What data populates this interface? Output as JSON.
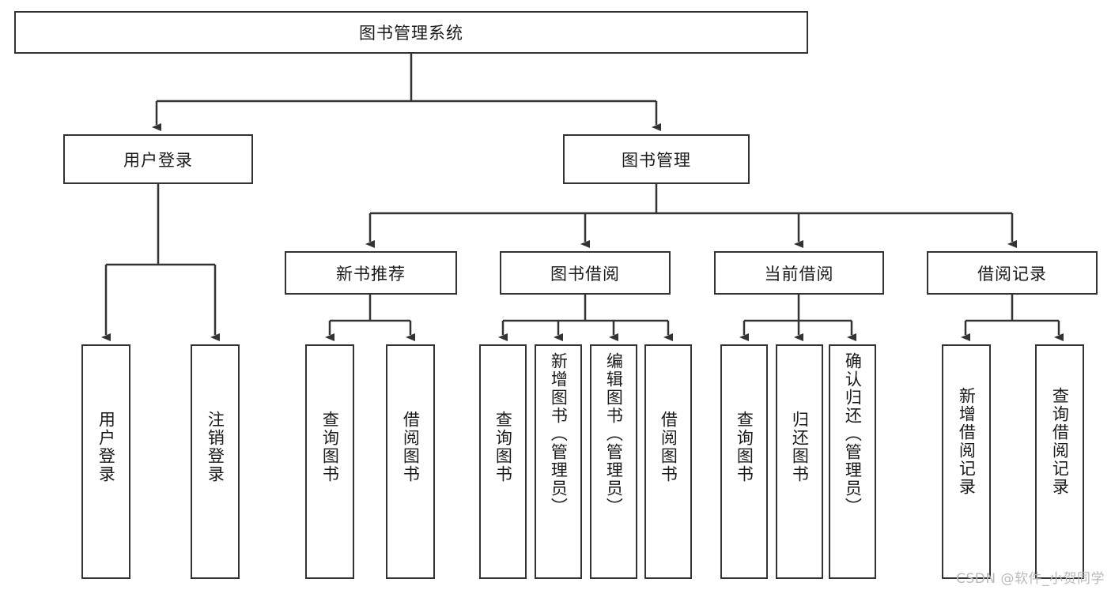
{
  "diagram": {
    "type": "tree",
    "title": "图书管理系统",
    "root": {
      "label": "图书管理系统"
    },
    "level2": [
      {
        "label": "用户登录"
      },
      {
        "label": "图书管理"
      }
    ],
    "level3": [
      {
        "label": "新书推荐"
      },
      {
        "label": "图书借阅"
      },
      {
        "label": "当前借阅"
      },
      {
        "label": "借阅记录"
      }
    ],
    "leaves": {
      "user_login": [
        {
          "label": "用户登录"
        },
        {
          "label": "注销登录"
        }
      ],
      "new_book": [
        {
          "label": "查询图书"
        },
        {
          "label": "借阅图书"
        }
      ],
      "book_borrow": [
        {
          "label": "查询图书"
        },
        {
          "label": "新增图书（管理员）"
        },
        {
          "label": "编辑图书（管理员）"
        },
        {
          "label": "借阅图书"
        }
      ],
      "current_borrow": [
        {
          "label": "查询图书"
        },
        {
          "label": "归还图书"
        },
        {
          "label": "确认归还（管理员）"
        }
      ],
      "borrow_record": [
        {
          "label": "新增借阅记录"
        },
        {
          "label": "查询借阅记录"
        }
      ]
    }
  },
  "watermark": {
    "text": "CSDN @软件_小贺同学"
  },
  "colors": {
    "stroke": "#333333",
    "background": "#ffffff",
    "text": "#1a1a1a",
    "watermark": "#b9b9b9"
  }
}
